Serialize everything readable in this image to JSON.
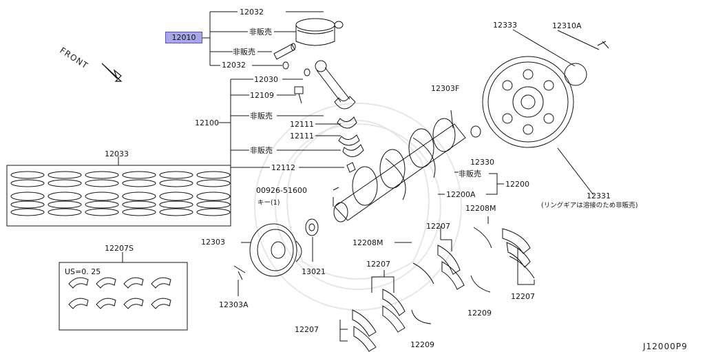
{
  "diagram": {
    "front_label": "FRONT",
    "code": "J12000P9",
    "highlighted_part": "12010",
    "labels": {
      "p12032_top": "12032",
      "hibaibai_piston": "非販売",
      "hibaibai_pin": "非販売",
      "p12032_bottom": "12032",
      "p12030": "12030",
      "p12109": "12109",
      "hibaibai_rod": "非販売",
      "p12100": "12100",
      "p12111_a": "12111",
      "p12111_b": "12111",
      "hibaibai_cap": "非販売",
      "p12112": "12112",
      "p12033": "12033",
      "key_part": "00926-51600",
      "key_desc": "キー(1)",
      "p12303F": "12303F",
      "p12330": "12330",
      "hibaibai_crank": "非販売",
      "p12200A": "12200A",
      "p12200": "12200",
      "p12333": "12333",
      "p12310A": "12310A",
      "p12331": "12331",
      "p12331_note": "(リングギアは溶接のため非販売)",
      "p12208M_right": "12208M",
      "p12207_center": "12207",
      "p12208M_left": "12208M",
      "p12207_mid": "12207",
      "p12207_right": "12207",
      "p12209_right": "12209",
      "p12207_bottom": "12207",
      "p12209_bottom": "12209",
      "p12303": "12303",
      "p13021": "13021",
      "p12303A": "12303A",
      "p12207S": "12207S",
      "us_note": "US=0. 25"
    }
  }
}
